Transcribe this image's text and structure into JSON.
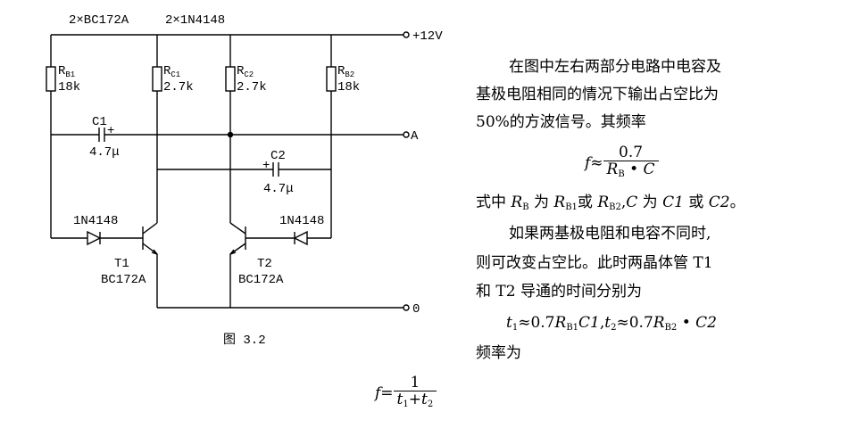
{
  "circuit": {
    "transistor_note": "2×BC172A",
    "diode_note": "2×1N4148",
    "supply": "+12V",
    "output_a": "A",
    "output_0": "0",
    "rb1": {
      "name": "R",
      "sub": "B1",
      "value": "18k"
    },
    "rc1": {
      "name": "R",
      "sub": "C1",
      "value": "2.7k"
    },
    "rc2": {
      "name": "R",
      "sub": "C2",
      "value": "2.7k"
    },
    "rb2": {
      "name": "R",
      "sub": "B2",
      "value": "18k"
    },
    "c1": {
      "name": "C1",
      "value": "4.7μ"
    },
    "c2": {
      "name": "C2",
      "value": "4.7μ"
    },
    "d1": "1N4148",
    "d2": "1N4148",
    "t1": {
      "name": "T1",
      "part": "BC172A"
    },
    "t2": {
      "name": "T2",
      "part": "BC172A"
    },
    "plus_mark": "+",
    "figure_caption": "图 3.2"
  },
  "text": {
    "p1_l1": "在图中左右两部分电路中电容及",
    "p1_l2": "基极电阻相同的情况下输出占空比为",
    "p1_l3": "50%的方波信号。其频率",
    "f_sym": "f",
    "approx": "≈",
    "f1_num": "0.7",
    "f1_den_R": "R",
    "f1_den_sub": "B",
    "f1_den_rest": " • C",
    "p2_a": "式中 ",
    "p2_RB": "R",
    "p2_RB_sub": "B",
    "p2_b": " 为 ",
    "p2_RB1": "R",
    "p2_RB1_sub": "B1",
    "p2_c": "或 ",
    "p2_RB2": "R",
    "p2_RB2_sub": "B2",
    "p2_d": ",",
    "p2_C": "C",
    "p2_e": " 为 ",
    "p2_C1": "C1",
    "p2_f": " 或 ",
    "p2_C2": "C2",
    "p2_g": "。",
    "p3_l1": "如果两基极电阻和电容不同时,",
    "p3_l2": "则可改变占空比。此时两晶体管 T1",
    "p3_l3": "和 T2 导通的时间分别为",
    "eq_t1": "t",
    "eq_t1_sub": "1",
    "eq_mid1": "≈0.7",
    "eq_RB1": "R",
    "eq_RB1_sub": "B1",
    "eq_C1": "C1",
    "eq_comma": ",",
    "eq_t2": "t",
    "eq_t2_sub": "2",
    "eq_mid2": "≈0.7",
    "eq_RB2": "R",
    "eq_RB2_sub": "B2",
    "eq_dot": " • ",
    "eq_C2": "C2",
    "p4": "频率为",
    "f2_eq": "=",
    "f2_num": "1",
    "f2_den_t1": "t",
    "f2_den_t1_sub": "1",
    "f2_den_plus": "+",
    "f2_den_t2": "t",
    "f2_den_t2_sub": "2"
  }
}
